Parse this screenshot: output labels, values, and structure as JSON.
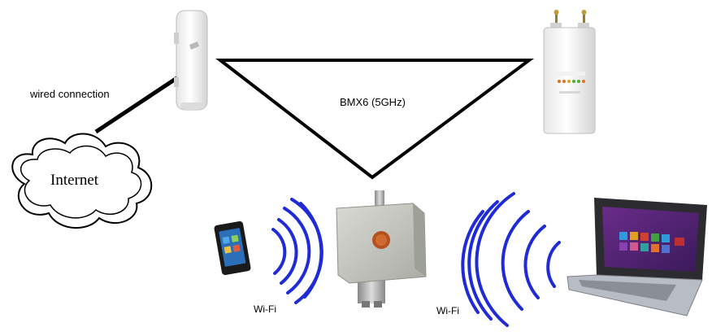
{
  "labels": {
    "wired": "wired connection",
    "link": "BMX6 (5GHz)",
    "internet": "Internet",
    "wifi_left": "Wi-Fi",
    "wifi_right": "Wi-Fi"
  },
  "devices": {
    "left_ap": "outdoor-cpe-antenna",
    "right_ap": "rocket-router-with-antennas",
    "center_ap": "sector-panel-antenna",
    "phone": "smartphone",
    "laptop": "laptop-computer"
  },
  "colors": {
    "wave": "#1f2bd6",
    "line": "#000000"
  }
}
